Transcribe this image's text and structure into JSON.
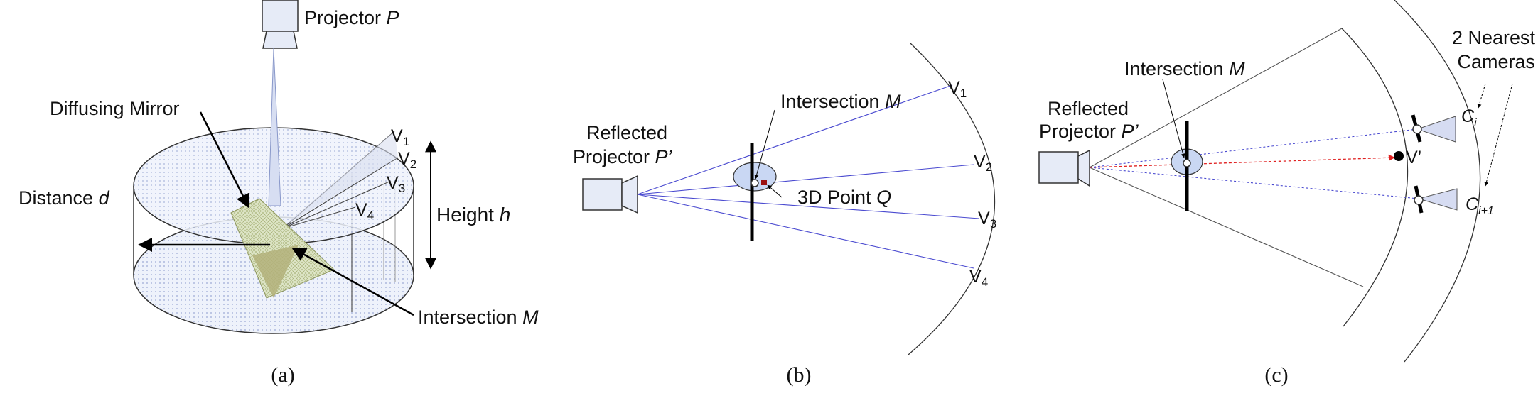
{
  "panel_a": {
    "projector_label": "Projector ",
    "projector_var": "P",
    "mirror_label": "Diffusing Mirror",
    "distance_label": "Distance ",
    "distance_var": "d",
    "height_label": "Height ",
    "height_var": "h",
    "intersection_label": "Intersection ",
    "intersection_var": "M",
    "v_base": "V",
    "v1_sub": "1",
    "v2_sub": "2",
    "v3_sub": "3",
    "v4_sub": "4",
    "caption": "(a)"
  },
  "panel_b": {
    "reflected_label": "Reflected",
    "projector_label": "Projector ",
    "projector_var": "P’",
    "intersection_label": "Intersection ",
    "intersection_var": "M",
    "point_label": "3D Point ",
    "point_var": "Q",
    "v_base": "V",
    "v1_sub": "1",
    "v2_sub": "2",
    "v3_sub": "3",
    "v4_sub": "4",
    "caption": "(b)"
  },
  "panel_c": {
    "reflected_label": "Reflected",
    "projector_label": "Projector ",
    "projector_var": "P’",
    "intersection_label": "Intersection ",
    "intersection_var": "M",
    "nearest_line1": "2 Nearest",
    "nearest_line2": "Cameras",
    "ci_base": "C",
    "ci_sub": "i",
    "ci1_base": "C",
    "ci1_sub": "i+1",
    "v_prime": "V’",
    "caption": "(c)"
  },
  "colors": {
    "ray_blue": "#4a4ad0",
    "red_ray": "#e02020",
    "mirror_fill": "#c9d7f3",
    "dark": "#000000"
  }
}
